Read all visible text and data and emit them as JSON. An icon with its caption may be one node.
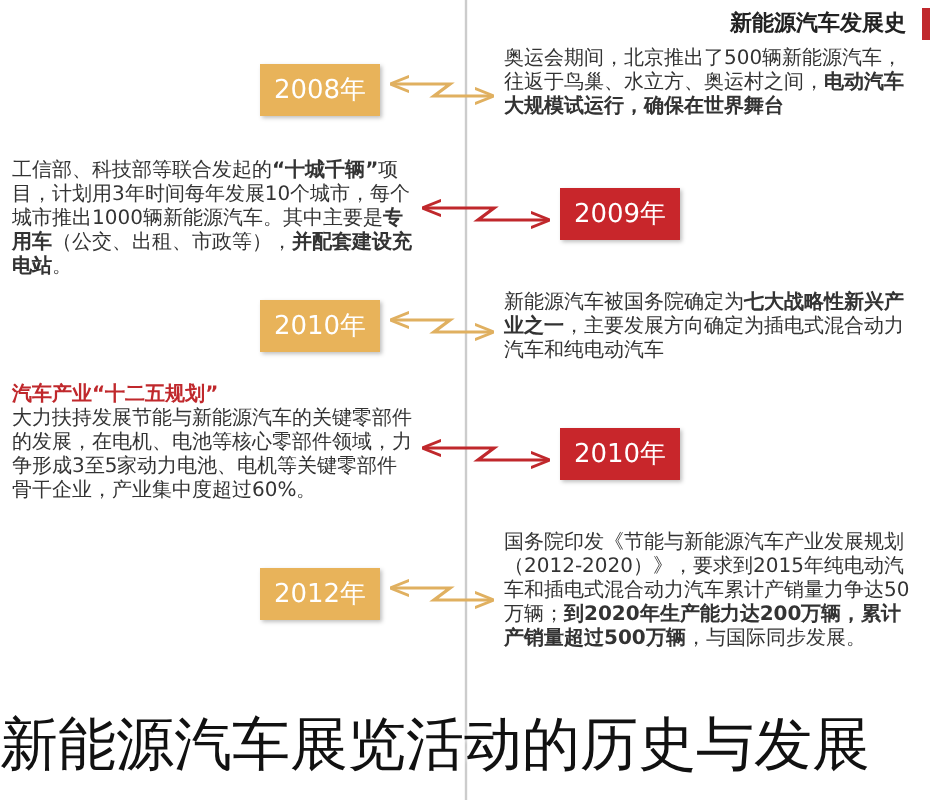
{
  "diagram": {
    "title": "新能源汽车发展史",
    "caption": "新能源汽车展览活动的历史与发展",
    "nodes": [
      {
        "text": [
          "2008年"
        ]
      },
      {
        "text": [
          "奥运会期间，北京推出了500辆新能源汽车，往返于鸟巢、水立方、奥运村之间，**电动汽车大规模试运行，确保在世界舞台**"
        ]
      },
      {
        "text": [
          "2009年"
        ]
      },
      {
        "text": [
          "工信部、科技部等联合发起的**“十城千辆”**项目，计划用3年时间每年发展10个城市，每个城市推出1000辆新能源汽车。其中主要是**专用车**（公交、出租、市政等），**并配套建设充电站**。"
        ]
      },
      {
        "text": [
          "2010年"
        ]
      },
      {
        "text": [
          "新能源汽车被国务院确定为**七大战略性新兴产业之一**，主要发展方向确定为插电式混合动力汽车和纯电动汽车"
        ]
      },
      {
        "text": [
          "2010年"
        ]
      },
      {
        "text": [
          "汽车产业“十二五规划”",
          "大力扶持发展节能与新能源汽车的关键零部件的发展，在电机、电池等核心零部件领域，力争形成3至5家动力电池、电机等关键零部件骨干企业，产业集中度超过60%。"
        ]
      },
      {
        "text": [
          "2012年"
        ]
      },
      {
        "text": [
          "国务院印发《节能与新能源汽车产业发展规划（2012-2020）》，要求到2015年纯电动汽车和插电式混合动力汽车累计产销量力争达50万辆；**到2020年生产能力达200万辆，累计产销量超过500万辆**，与国际同步发展。"
        ]
      }
    ],
    "edges": [
      {
        "from": 0,
        "to": 1,
        "arrow": "both"
      },
      {
        "from": 3,
        "to": 2,
        "arrow": "both",
        "color": "#c0282c"
      },
      {
        "from": 4,
        "to": 5,
        "arrow": "both"
      },
      {
        "from": 7,
        "to": 6,
        "arrow": "both",
        "color": "#c0282c"
      },
      {
        "from": 8,
        "to": 9,
        "arrow": "both"
      }
    ]
  }
}
